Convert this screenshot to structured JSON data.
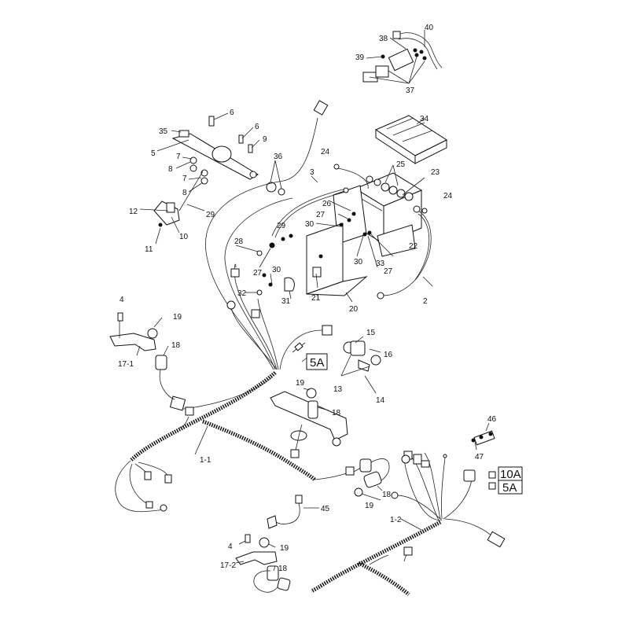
{
  "labels": {
    "c40": "40",
    "c38": "38",
    "c39": "39",
    "c37": "37",
    "c34": "34",
    "c6a": "6",
    "c6b": "6",
    "c35": "35",
    "c9": "9",
    "c5": "5",
    "c7a": "7",
    "c8a": "8",
    "c7b": "7",
    "c8b": "8",
    "c36": "36",
    "c24a": "24",
    "c25": "25",
    "c23": "23",
    "c24b": "24",
    "c3": "3",
    "c12": "12",
    "c10": "10",
    "c11": "11",
    "c29a": "29",
    "c26": "26",
    "c27a": "27",
    "c30a": "30",
    "c29b": "29",
    "c28": "28",
    "c22": "22",
    "c30b": "30",
    "c33": "33",
    "c27b": "27",
    "c27c": "27",
    "c30c": "30",
    "c32": "32",
    "c31": "31",
    "c21": "21",
    "c20": "20",
    "c2": "2",
    "c4a": "4",
    "c19a": "19",
    "c18a": "18",
    "c17_1": "17-1",
    "c15": "15",
    "c16": "16",
    "c13": "13",
    "c14": "14",
    "c19b": "19",
    "c18b": "18",
    "c1_1": "1-1",
    "c46": "46",
    "c47": "47",
    "c19c": "19",
    "c18c": "18",
    "c45": "45",
    "c1_2": "1-2",
    "c4b": "4",
    "c19d": "19",
    "c17_2": "17-2",
    "c18d": "18"
  },
  "fuse_boxes": {
    "fuse_5a_mid": "5A",
    "fuse_10a": "10A",
    "fuse_5a_right": "5A"
  }
}
